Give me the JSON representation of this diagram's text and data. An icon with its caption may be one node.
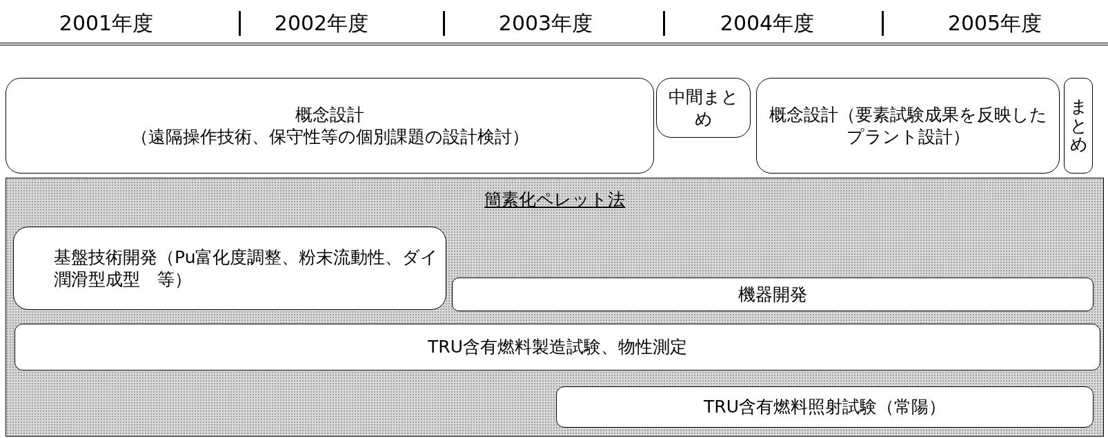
{
  "diagram": {
    "nodes": [
      {
        "text": [
          "概念設計",
          "（遠隔操作技術、保守性等の個別課題の設計検討）"
        ]
      },
      {
        "text": [
          "中間まとめ"
        ]
      },
      {
        "text": [
          "概念設計（要素試験成果を反映したプラント設計）"
        ]
      },
      {
        "text": [
          "まとめ"
        ]
      },
      {
        "text": [
          "簡素化ペレット法"
        ]
      },
      {
        "text": [
          "基盤技術開発（Pu富化度調整、粉末流動性、ダイ潤滑型成型　等）"
        ],
        "in": 4
      },
      {
        "text": [
          "機器開発"
        ],
        "in": 4
      },
      {
        "text": [
          "TRU含有燃料製造試験、物性測定"
        ],
        "in": 4
      },
      {
        "text": [
          "TRU含有燃料照射試験（常陽）"
        ],
        "in": 4
      }
    ],
    "labels": [
      "2001年度",
      "2002年度",
      "2003年度",
      "2004年度",
      "2005年度"
    ]
  }
}
